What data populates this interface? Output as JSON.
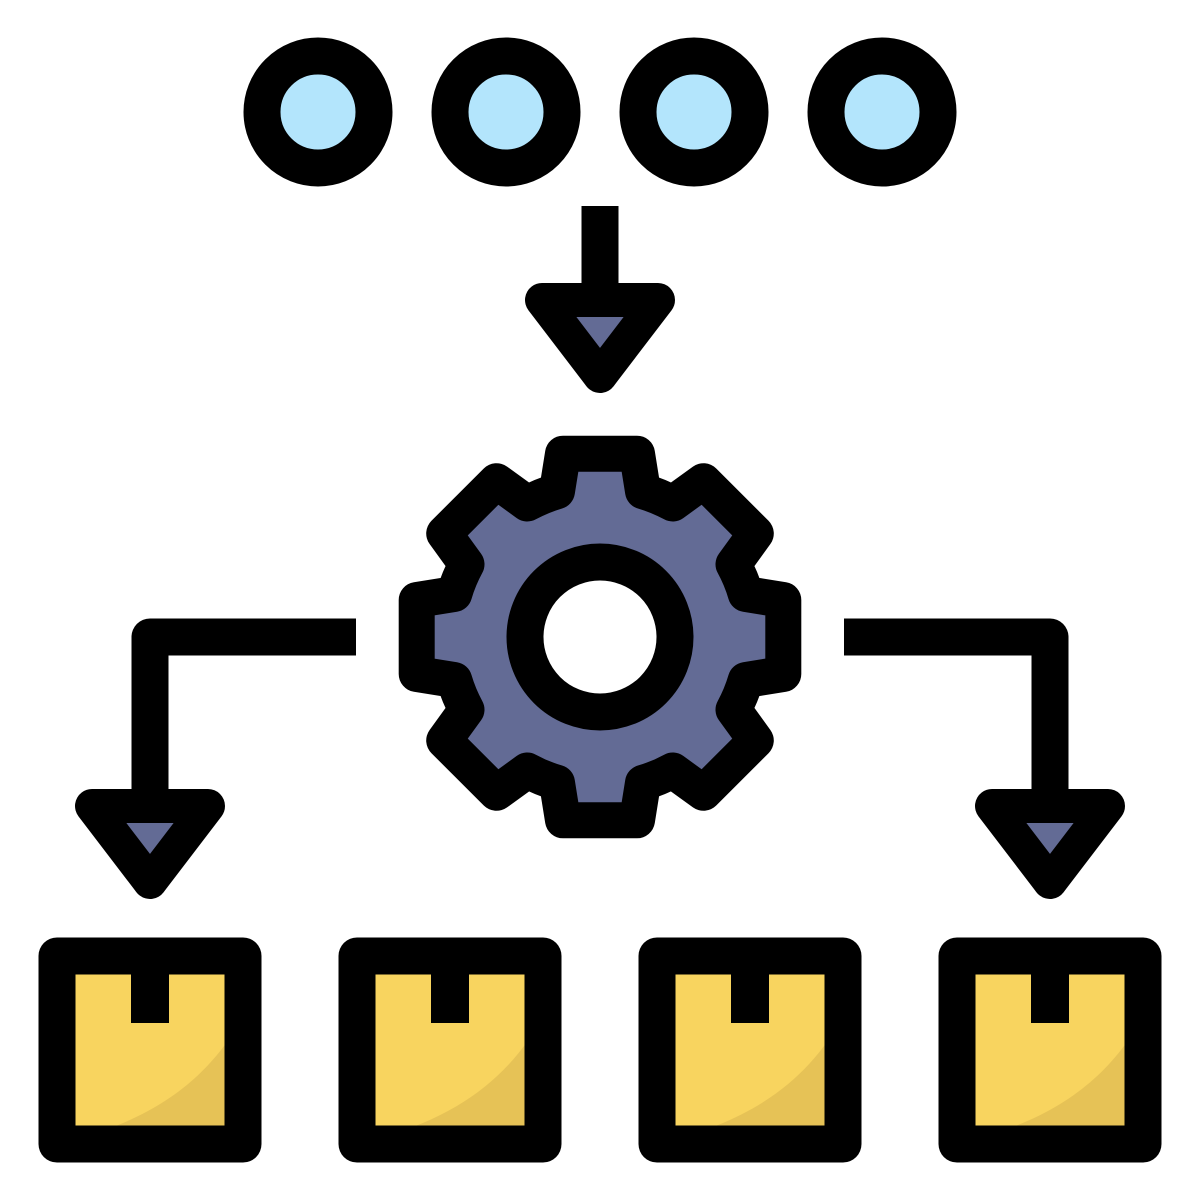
{
  "diagram": {
    "inputs": [
      {
        "id": "input-1"
      },
      {
        "id": "input-2"
      },
      {
        "id": "input-3"
      },
      {
        "id": "input-4"
      }
    ],
    "process": {
      "icon": "gear-icon"
    },
    "outputs": [
      {
        "id": "output-1",
        "icon": "box-icon"
      },
      {
        "id": "output-2",
        "icon": "box-icon"
      },
      {
        "id": "output-3",
        "icon": "box-icon"
      },
      {
        "id": "output-4",
        "icon": "box-icon"
      }
    ],
    "flows": [
      {
        "from": "inputs",
        "to": "process",
        "icon": "arrow-down-icon"
      },
      {
        "from": "process",
        "to": "outputs-left",
        "icon": "arrow-down-icon"
      },
      {
        "from": "process",
        "to": "outputs-right",
        "icon": "arrow-down-icon"
      }
    ]
  },
  "colors": {
    "outline": "#000000",
    "circle_fill": "#b3e5fc",
    "gear_fill": "#636b95",
    "arrow_fill": "#636b95",
    "box_fill": "#f8d45f",
    "box_shadow": "#e6c256",
    "background": "#ffffff"
  }
}
